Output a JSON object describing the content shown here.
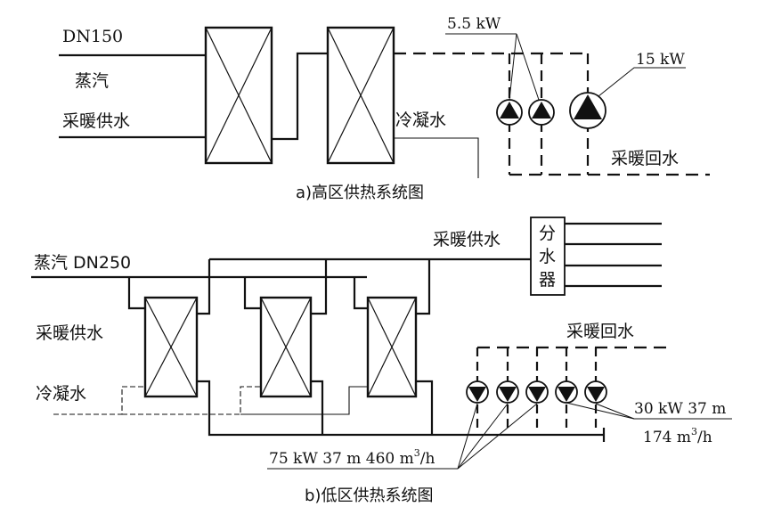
{
  "colors": {
    "ink": "#111111",
    "background": "#ffffff"
  },
  "diagram_a": {
    "label_dn": "DN150",
    "label_steam": "蒸汽",
    "label_supply": "采暖供水",
    "label_condensate": "冷凝水",
    "label_return": "采暖回水",
    "label_pump_small": "5.5 kW",
    "label_pump_large": "15 kW",
    "caption": "a)高区供热系统图"
  },
  "diagram_b": {
    "label_steam": "蒸汽 DN250",
    "label_supply_left": "采暖供水",
    "label_condensate": "冷凝水",
    "label_supply_top": "采暖供水",
    "label_return": "采暖回水",
    "manifold": [
      "分",
      "水",
      "器"
    ],
    "label_pumps_left_1": "75 kW 37 m 460 m",
    "label_pumps_left_sup": "3",
    "label_pumps_left_2": "/h",
    "label_pumps_right_1": "30 kW 37 m",
    "label_pumps_right_2": "174 m",
    "label_pumps_right_sup": "3",
    "label_pumps_right_3": "/h",
    "caption": "b)低区供热系统图"
  }
}
